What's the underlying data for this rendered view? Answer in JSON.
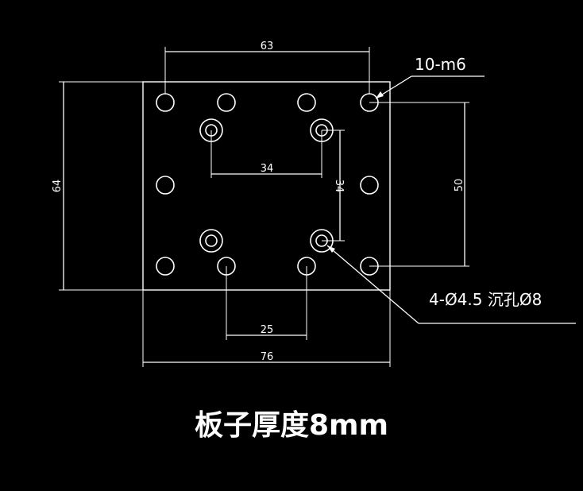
{
  "dimensions": {
    "top_width": "63",
    "left_height": "64",
    "inner_width": "34",
    "inner_height": "34",
    "right_height": "50",
    "bottom_inner": "25",
    "bottom_total": "76"
  },
  "callouts": {
    "tapped_holes": "10-m6",
    "counterbore_holes": "4-Ø4.5 沉孔Ø8"
  },
  "caption": "板子厚度8mm",
  "colors": {
    "background": "#000000",
    "lines": "#ffffff"
  }
}
